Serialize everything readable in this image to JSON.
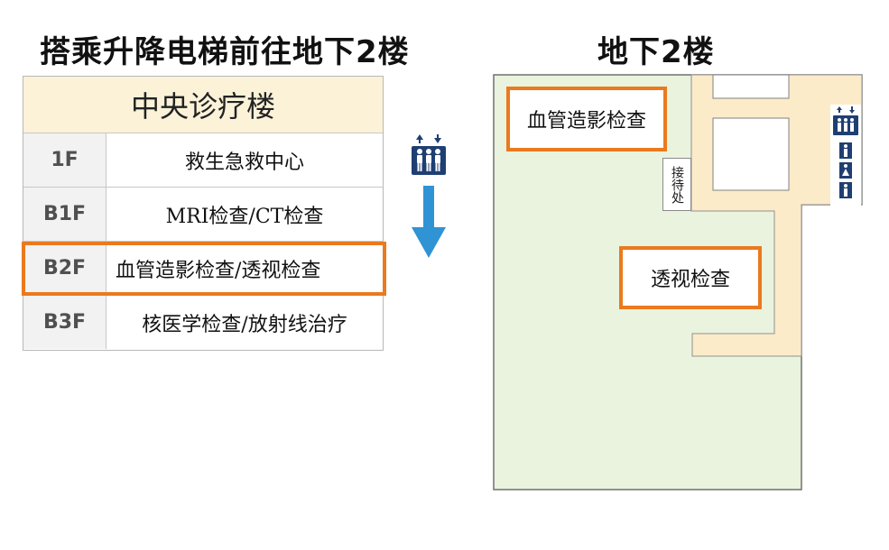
{
  "left_title": "搭乘升降电梯前往地下2楼",
  "right_title": "地下2楼",
  "directory": {
    "header": "中央诊疗楼",
    "rows": [
      {
        "floor": "1F",
        "dept": "救生急救中心"
      },
      {
        "floor": "B1F",
        "dept": "MRI检查/CT检查"
      },
      {
        "floor": "B2F",
        "dept": "血管造影检查/透视检查"
      },
      {
        "floor": "B3F",
        "dept": "核医学检查/放射线治疗"
      }
    ],
    "highlight_floor": "B2F"
  },
  "map": {
    "rooms": {
      "angiography": "血管造影检查",
      "fluoroscopy": "透视检查"
    },
    "reception": "接待处"
  },
  "icons": {
    "elevator": "elevator-icon",
    "arrow": "arrow-down-icon",
    "restroom_male": "male-restroom-icon",
    "restroom_female": "female-restroom-icon",
    "restroom_multi": "multipurpose-restroom-icon"
  },
  "colors": {
    "highlight": "#ea7a1e",
    "corridor": "#fcebc9",
    "room_fill": "#e9f3de",
    "header_fill": "#fbf2d8",
    "arrow": "#2f93d4",
    "icon": "#1f3f73"
  }
}
